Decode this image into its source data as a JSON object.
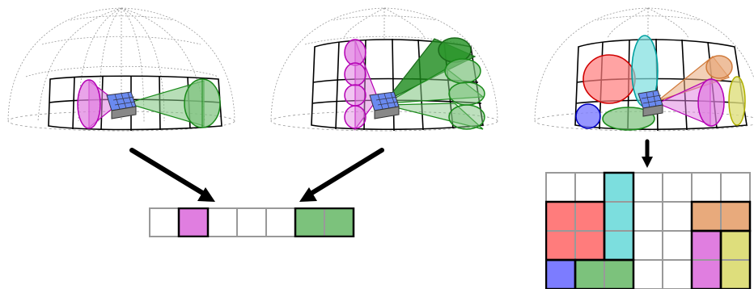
{
  "colors": {
    "magenta": "#e07ee0",
    "magenta_dark": "#b400b4",
    "green": "#7cc27c",
    "green_dark": "#1a8a1a",
    "red": "#ff7c7c",
    "cyan": "#7cdede",
    "orange": "#e8aa7c",
    "yellow": "#dede7c",
    "blue": "#7c7cff",
    "grid_line": "#999999",
    "panel_blue": "#6a8af0"
  },
  "strip": {
    "cells": [
      "empty",
      "magenta",
      "empty",
      "empty",
      "empty",
      "green",
      "green"
    ]
  },
  "grid_map": {
    "rows": [
      [
        "empty",
        "empty",
        "cyan",
        "empty",
        "empty",
        "empty",
        "empty"
      ],
      [
        "red",
        "red",
        "cyan",
        "empty",
        "empty",
        "orange",
        "orange"
      ],
      [
        "red",
        "red",
        "cyan",
        "empty",
        "empty",
        "magenta",
        "yellow"
      ],
      [
        "blue",
        "green",
        "green",
        "empty",
        "empty",
        "magenta",
        "yellow"
      ]
    ]
  }
}
